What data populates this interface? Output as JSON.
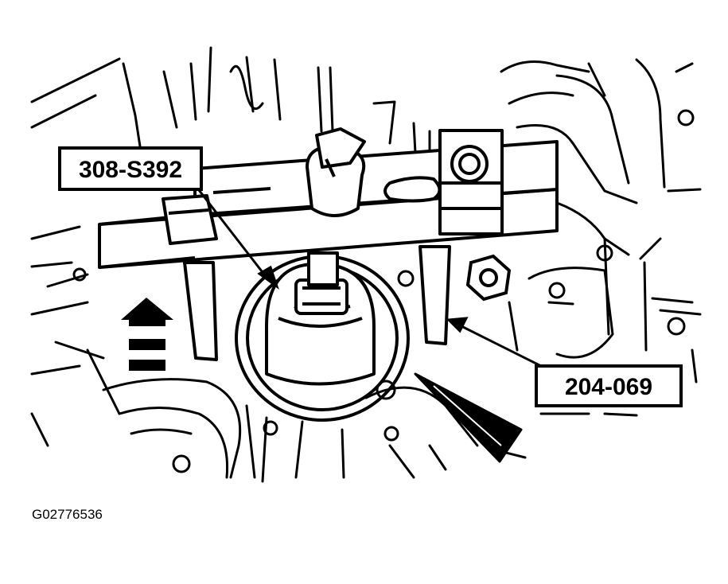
{
  "diagram": {
    "callouts": [
      {
        "id": "tool-a",
        "label": "308-S392"
      },
      {
        "id": "tool-b",
        "label": "204-069"
      }
    ],
    "figure_id": "G02776536",
    "colors": {
      "ink": "#000000",
      "paper": "#ffffff"
    },
    "icons": [
      "up-arrow-icon",
      "direction-pointer-icon"
    ]
  }
}
